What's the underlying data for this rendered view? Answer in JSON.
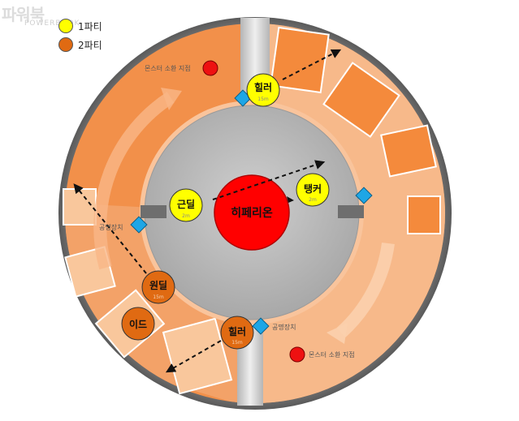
{
  "watermark": {
    "text": "파워북",
    "sub": "POWERBOOK"
  },
  "legend": [
    {
      "label": "1파티",
      "color": "#ffff00"
    },
    {
      "label": "2파티",
      "color": "#e06a12"
    }
  ],
  "boss": {
    "name": "히페리온"
  },
  "party1": [
    {
      "name": "힐러",
      "range": "15m"
    },
    {
      "name": "근딜",
      "range": "2m"
    },
    {
      "name": "탱커",
      "range": "2m"
    }
  ],
  "party2": [
    {
      "name": "원딜",
      "range": "15m"
    },
    {
      "name": "이드",
      "range": ""
    },
    {
      "name": "힐러",
      "range": "15m"
    }
  ],
  "labels": {
    "spawn_top": "몬스터 소환 지점",
    "spawn_bottom": "몬스터 소환 지점",
    "resonator_left": "공명장치",
    "resonator_bottom": "공명장치"
  },
  "colors": {
    "outer_ring": "#f2904a",
    "inner_floor": "#bdbdbd",
    "boss": "#ff0000",
    "party1": "#ffff00",
    "party2": "#e06a12",
    "resonator": "#1ea6e6",
    "spawn": "#ee1111"
  }
}
